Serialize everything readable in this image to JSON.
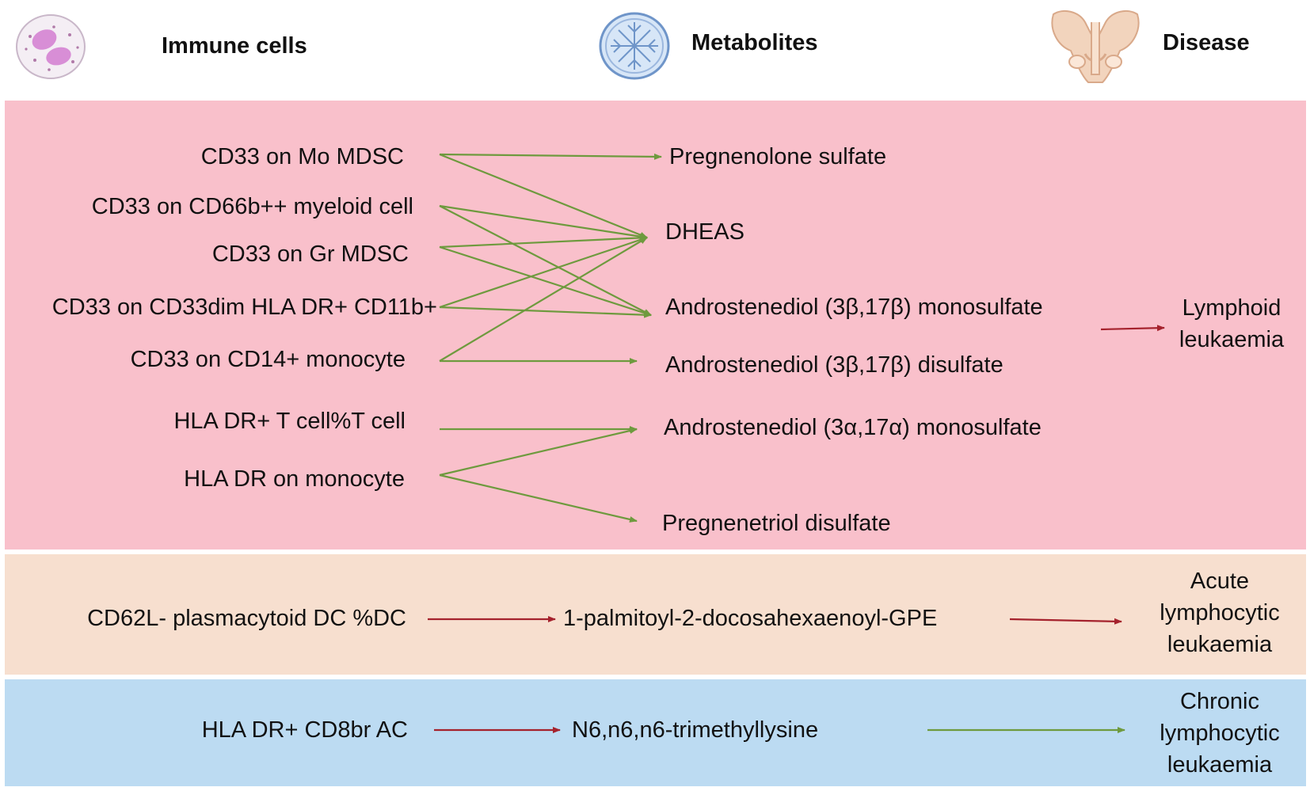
{
  "headers": {
    "immune": "Immune cells",
    "metabolites": "Metabolites",
    "disease": "Disease"
  },
  "immune_cells": [
    "CD33 on Mo MDSC",
    "CD33 on CD66b++ myeloid cell",
    "CD33 on Gr MDSC",
    "CD33 on CD33dim HLA DR+ CD11b+",
    "CD33 on CD14+ monocyte",
    "HLA DR+ T cell%T cell",
    "HLA DR on monocyte",
    "CD62L- plasmacytoid DC %DC",
    "HLA DR+ CD8br AC"
  ],
  "metabolites": [
    "Pregnenolone sulfate",
    "DHEAS",
    "Androstenediol (3β,17β) monosulfate",
    "Androstenediol (3β,17β) disulfate",
    "Androstenediol (3α,17α) monosulfate",
    "Pregnenetriol disulfate",
    "1-palmitoyl-2-docosahexaenoyl-GPE",
    "N6,n6,n6-trimethyllysine"
  ],
  "diseases": [
    "Lymphoid leukaemia",
    "Acute lymphocytic leukaemia",
    "Chronic lymphocytic leukaemia"
  ],
  "colors": {
    "positive_arrow": "#6e9a3e",
    "negative_arrow": "#a5222d",
    "band_lymphoid": "#f9c0cb",
    "band_acute": "#f7dfcf",
    "band_chronic": "#bcdbf2"
  },
  "icons": {
    "immune": "immune-cell-icon",
    "metabolites": "metabolite-cell-icon",
    "disease": "pelvis-icon"
  }
}
